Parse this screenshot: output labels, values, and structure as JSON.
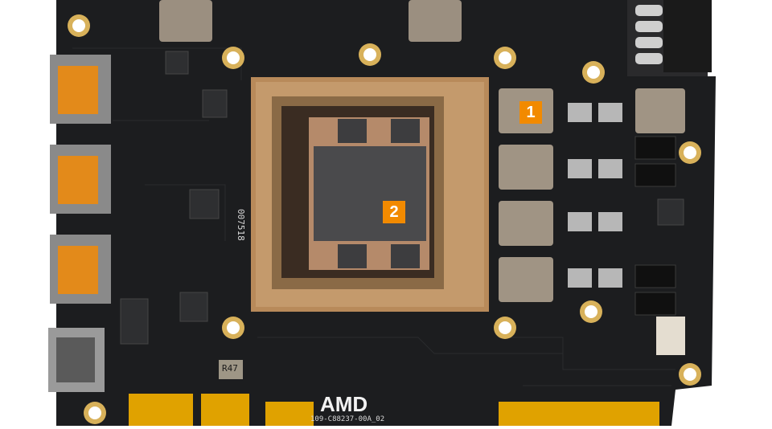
{
  "image": {
    "kind": "photo",
    "subject": "graphics card circuit board"
  },
  "callouts": [
    {
      "number": "1"
    },
    {
      "number": "2"
    }
  ],
  "brand": {
    "logo_text": "AMD",
    "board_code": "109-C88237-00A_02"
  },
  "package_marking": "007518",
  "inductor_markings": [
    "R47"
  ],
  "colors": {
    "pcb": "#1c1d1f",
    "callout": "#f28a00",
    "gold": "#e0a200",
    "substrate": "#b88a5a",
    "die": "#4a4a4c"
  }
}
